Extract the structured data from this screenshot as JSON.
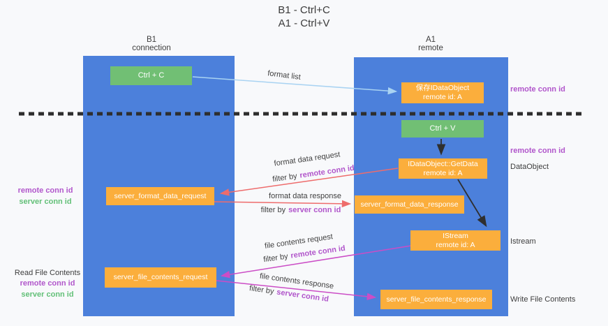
{
  "title": {
    "line1": "B1 - Ctrl+C",
    "line2": "A1 - Ctrl+V"
  },
  "lifelines": {
    "left": {
      "name": "B1",
      "subtitle": "connection"
    },
    "right": {
      "name": "A1",
      "subtitle": "remote"
    }
  },
  "nodes": {
    "ctrl_c": {
      "label": "Ctrl + C"
    },
    "ctrl_v": {
      "label": "Ctrl + V"
    },
    "save_idataobject": {
      "line1": "保存IDataObject",
      "line2": "remote id: A"
    },
    "getdata": {
      "line1": "IDataObject::GetData",
      "line2": "remote id: A"
    },
    "istream": {
      "line1": "IStream",
      "line2": "remote id: A"
    },
    "format_request": {
      "label": "server_format_data_request"
    },
    "format_response": {
      "label": "server_format_data_response"
    },
    "file_request": {
      "label": "server_file_contents_request"
    },
    "file_response": {
      "label": "server_file_contents_response"
    }
  },
  "arrow_labels": {
    "format_list": "format list",
    "format_data_request": "format data request",
    "format_data_response": "format data response",
    "file_contents_request": "file contents request",
    "file_contents_response": "file contents response"
  },
  "filters": {
    "prefix": "filter by",
    "remote": "remote conn id",
    "server": "server conn id"
  },
  "side_labels": {
    "right_top_remote_conn_id": "remote conn id",
    "right_mid_remote_conn_id": "remote conn id",
    "dataobject": "DataObject",
    "istream": "Istream",
    "write_file_contents": "Write File Contents",
    "left_remote_conn_id": "remote conn id",
    "left_server_conn_id": "server conn id",
    "read_file_contents": "Read File Contents",
    "read_remote_conn_id": "remote conn id",
    "read_server_conn_id": "server conn id"
  },
  "colors": {
    "column_blue": "#4c80db",
    "box_green": "#71bf74",
    "box_orange": "#fbae3c",
    "arrow_blue": "#a9d3f2",
    "arrow_red": "#ee6c6c",
    "arrow_magenta": "#cb4dc6",
    "arrow_black": "#2f2f2f",
    "dashed_line": "#2e2e2e",
    "label_purple": "#b156cb",
    "label_green": "#63c078"
  }
}
